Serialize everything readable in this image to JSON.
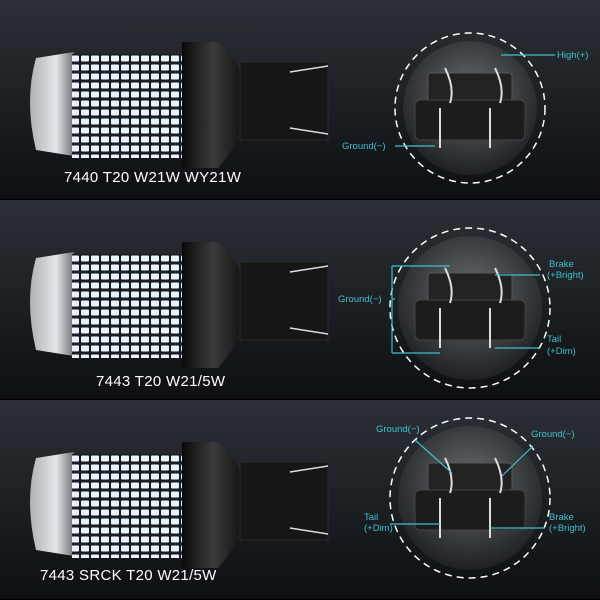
{
  "colors": {
    "background": "#1a1d22",
    "label": "#3fc0cc",
    "caption": "#ffffff"
  },
  "panels": [
    {
      "caption": "7440  T20  W21W  WY21W",
      "labels": {
        "a": "High(+)",
        "b": "Ground(−)"
      }
    },
    {
      "caption": "7443  T20   W21/5W",
      "labels": {
        "a": "Ground(−)",
        "b1": "Brake",
        "b2": "(+Bright)",
        "c1": "Tail",
        "c2": "(+Dim)"
      }
    },
    {
      "caption": "7443  SRCK  T20  W21/5W",
      "labels": {
        "a": "Ground(−)",
        "b": "Ground(−)",
        "c1": "Tail",
        "c2": "(+Dim)",
        "d1": "Brake",
        "d2": "(+Bright)"
      }
    }
  ]
}
